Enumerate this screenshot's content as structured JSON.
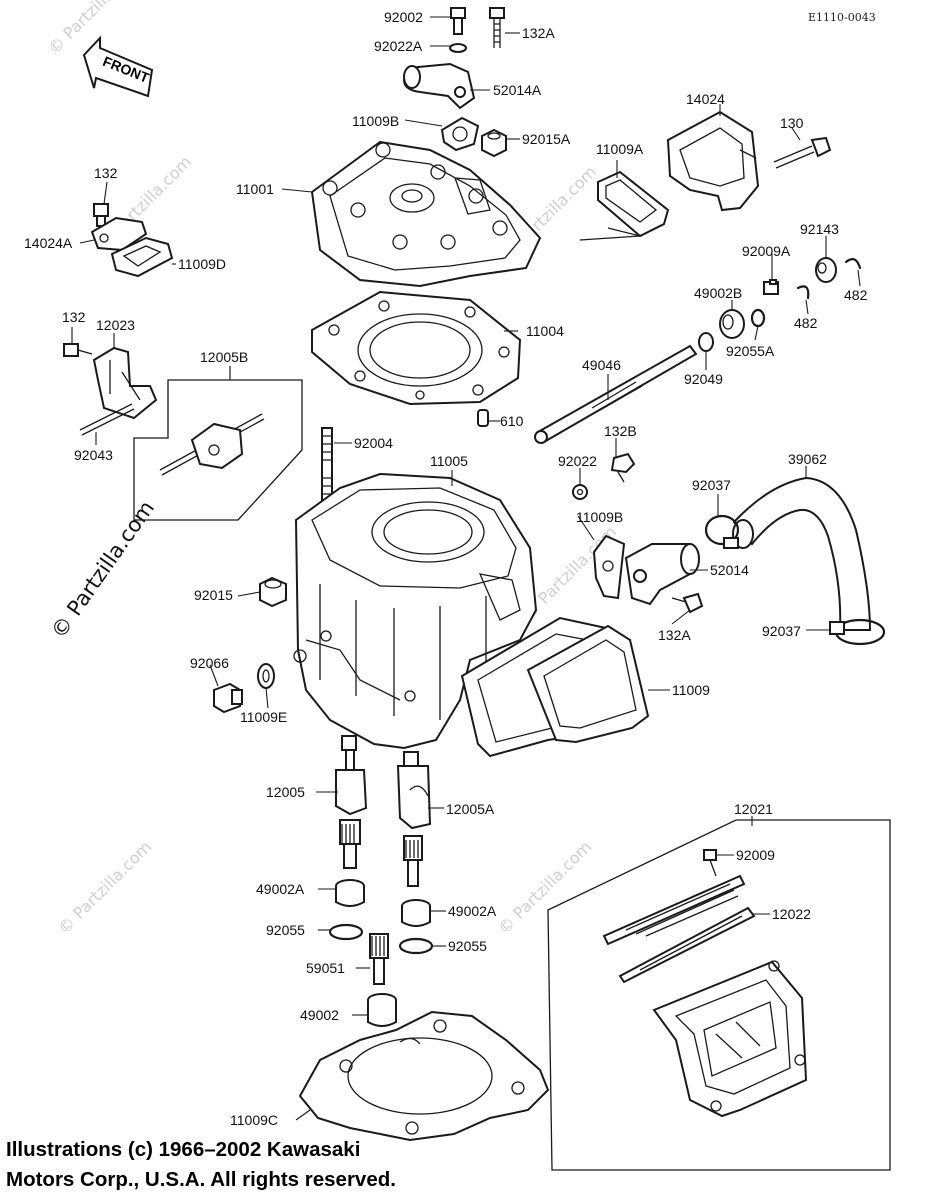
{
  "diagram_code": "E1110-0043",
  "front_marker": "FRONT",
  "watermark": "© Partzilla.com",
  "copyright": {
    "line1": "Illustrations (c) 1966–2002 Kawasaki",
    "line2": "Motors Corp., U.S.A.  All rights reserved."
  },
  "callouts": [
    {
      "id": "92002",
      "text": "92002"
    },
    {
      "id": "132A-top",
      "text": "132A"
    },
    {
      "id": "92022A",
      "text": "92022A"
    },
    {
      "id": "52014A",
      "text": "52014A"
    },
    {
      "id": "11009B-top",
      "text": "11009B"
    },
    {
      "id": "92015A",
      "text": "92015A"
    },
    {
      "id": "14024",
      "text": "14024"
    },
    {
      "id": "130",
      "text": "130"
    },
    {
      "id": "11009A",
      "text": "11009A"
    },
    {
      "id": "11001",
      "text": "11001"
    },
    {
      "id": "132-left",
      "text": "132"
    },
    {
      "id": "14024A",
      "text": "14024A"
    },
    {
      "id": "11009D",
      "text": "11009D"
    },
    {
      "id": "92143",
      "text": "92143"
    },
    {
      "id": "92009A",
      "text": "92009A"
    },
    {
      "id": "482-a",
      "text": "482"
    },
    {
      "id": "482-b",
      "text": "482"
    },
    {
      "id": "49002B",
      "text": "49002B"
    },
    {
      "id": "11004",
      "text": "11004"
    },
    {
      "id": "92055A",
      "text": "92055A"
    },
    {
      "id": "132-mid",
      "text": "132"
    },
    {
      "id": "12023",
      "text": "12023"
    },
    {
      "id": "49046",
      "text": "49046"
    },
    {
      "id": "92049",
      "text": "92049"
    },
    {
      "id": "12005B",
      "text": "12005B"
    },
    {
      "id": "610",
      "text": "610"
    },
    {
      "id": "92043",
      "text": "92043"
    },
    {
      "id": "92004",
      "text": "92004"
    },
    {
      "id": "11005",
      "text": "11005"
    },
    {
      "id": "132B",
      "text": "132B"
    },
    {
      "id": "92022",
      "text": "92022"
    },
    {
      "id": "39062",
      "text": "39062"
    },
    {
      "id": "92037-top",
      "text": "92037"
    },
    {
      "id": "11009B-mid",
      "text": "11009B"
    },
    {
      "id": "52014",
      "text": "52014"
    },
    {
      "id": "92015",
      "text": "92015"
    },
    {
      "id": "132A-mid",
      "text": "132A"
    },
    {
      "id": "92037-bot",
      "text": "92037"
    },
    {
      "id": "92066",
      "text": "92066"
    },
    {
      "id": "11009",
      "text": "11009"
    },
    {
      "id": "11009E",
      "text": "11009E"
    },
    {
      "id": "12005",
      "text": "12005"
    },
    {
      "id": "12005A",
      "text": "12005A"
    },
    {
      "id": "12021",
      "text": "12021"
    },
    {
      "id": "92009",
      "text": "92009"
    },
    {
      "id": "49002A-left",
      "text": "49002A"
    },
    {
      "id": "49002A-right",
      "text": "49002A"
    },
    {
      "id": "12022",
      "text": "12022"
    },
    {
      "id": "92055-left",
      "text": "92055"
    },
    {
      "id": "92055-right",
      "text": "92055"
    },
    {
      "id": "59051",
      "text": "59051"
    },
    {
      "id": "49002",
      "text": "49002"
    },
    {
      "id": "11009C",
      "text": "11009C"
    }
  ]
}
